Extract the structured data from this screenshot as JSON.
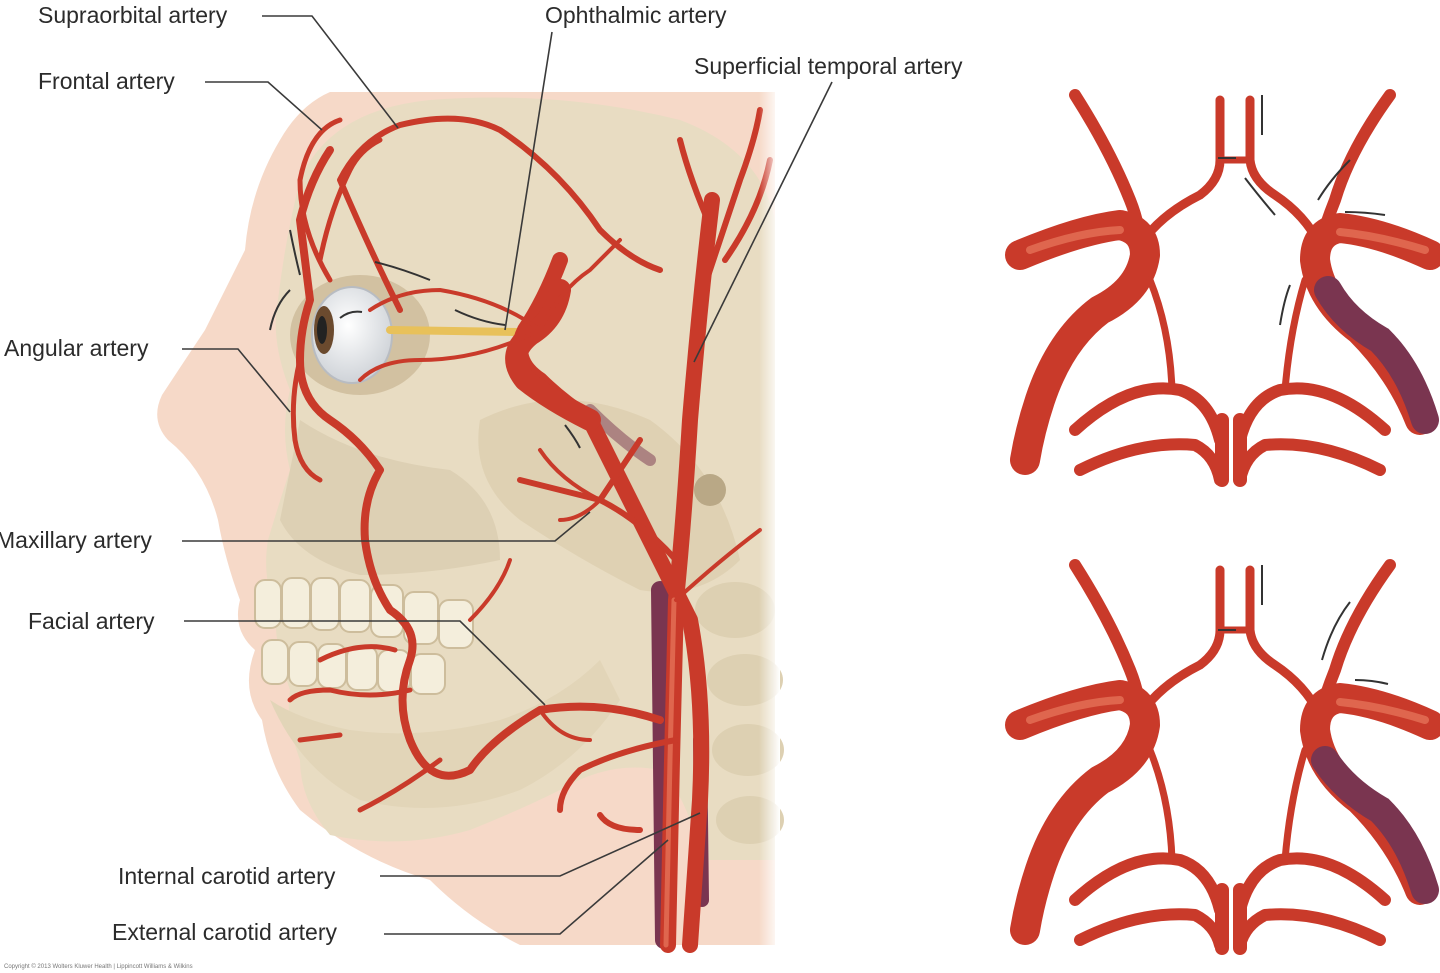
{
  "labels": {
    "supraorbital": "Supraorbital artery",
    "frontal": "Frontal artery",
    "ophthalmic": "Ophthalmic artery",
    "superficial_temporal": "Superficial temporal artery",
    "angular": "Angular artery",
    "maxillary": "Maxillary artery",
    "facial": "Facial artery",
    "internal_carotid": "Internal carotid artery",
    "external_carotid": "External carotid artery"
  },
  "copyright": "Copyright © 2013 Wolters Kluwer Health | Lippincott Williams & Wilkins",
  "colors": {
    "artery": "#c93a2a",
    "artery_highlight": "#f08a6c",
    "vein": "#7a3550",
    "skin": "#f6d9c8",
    "bone": "#e8dcc2",
    "leader": "#3a3a3a"
  }
}
